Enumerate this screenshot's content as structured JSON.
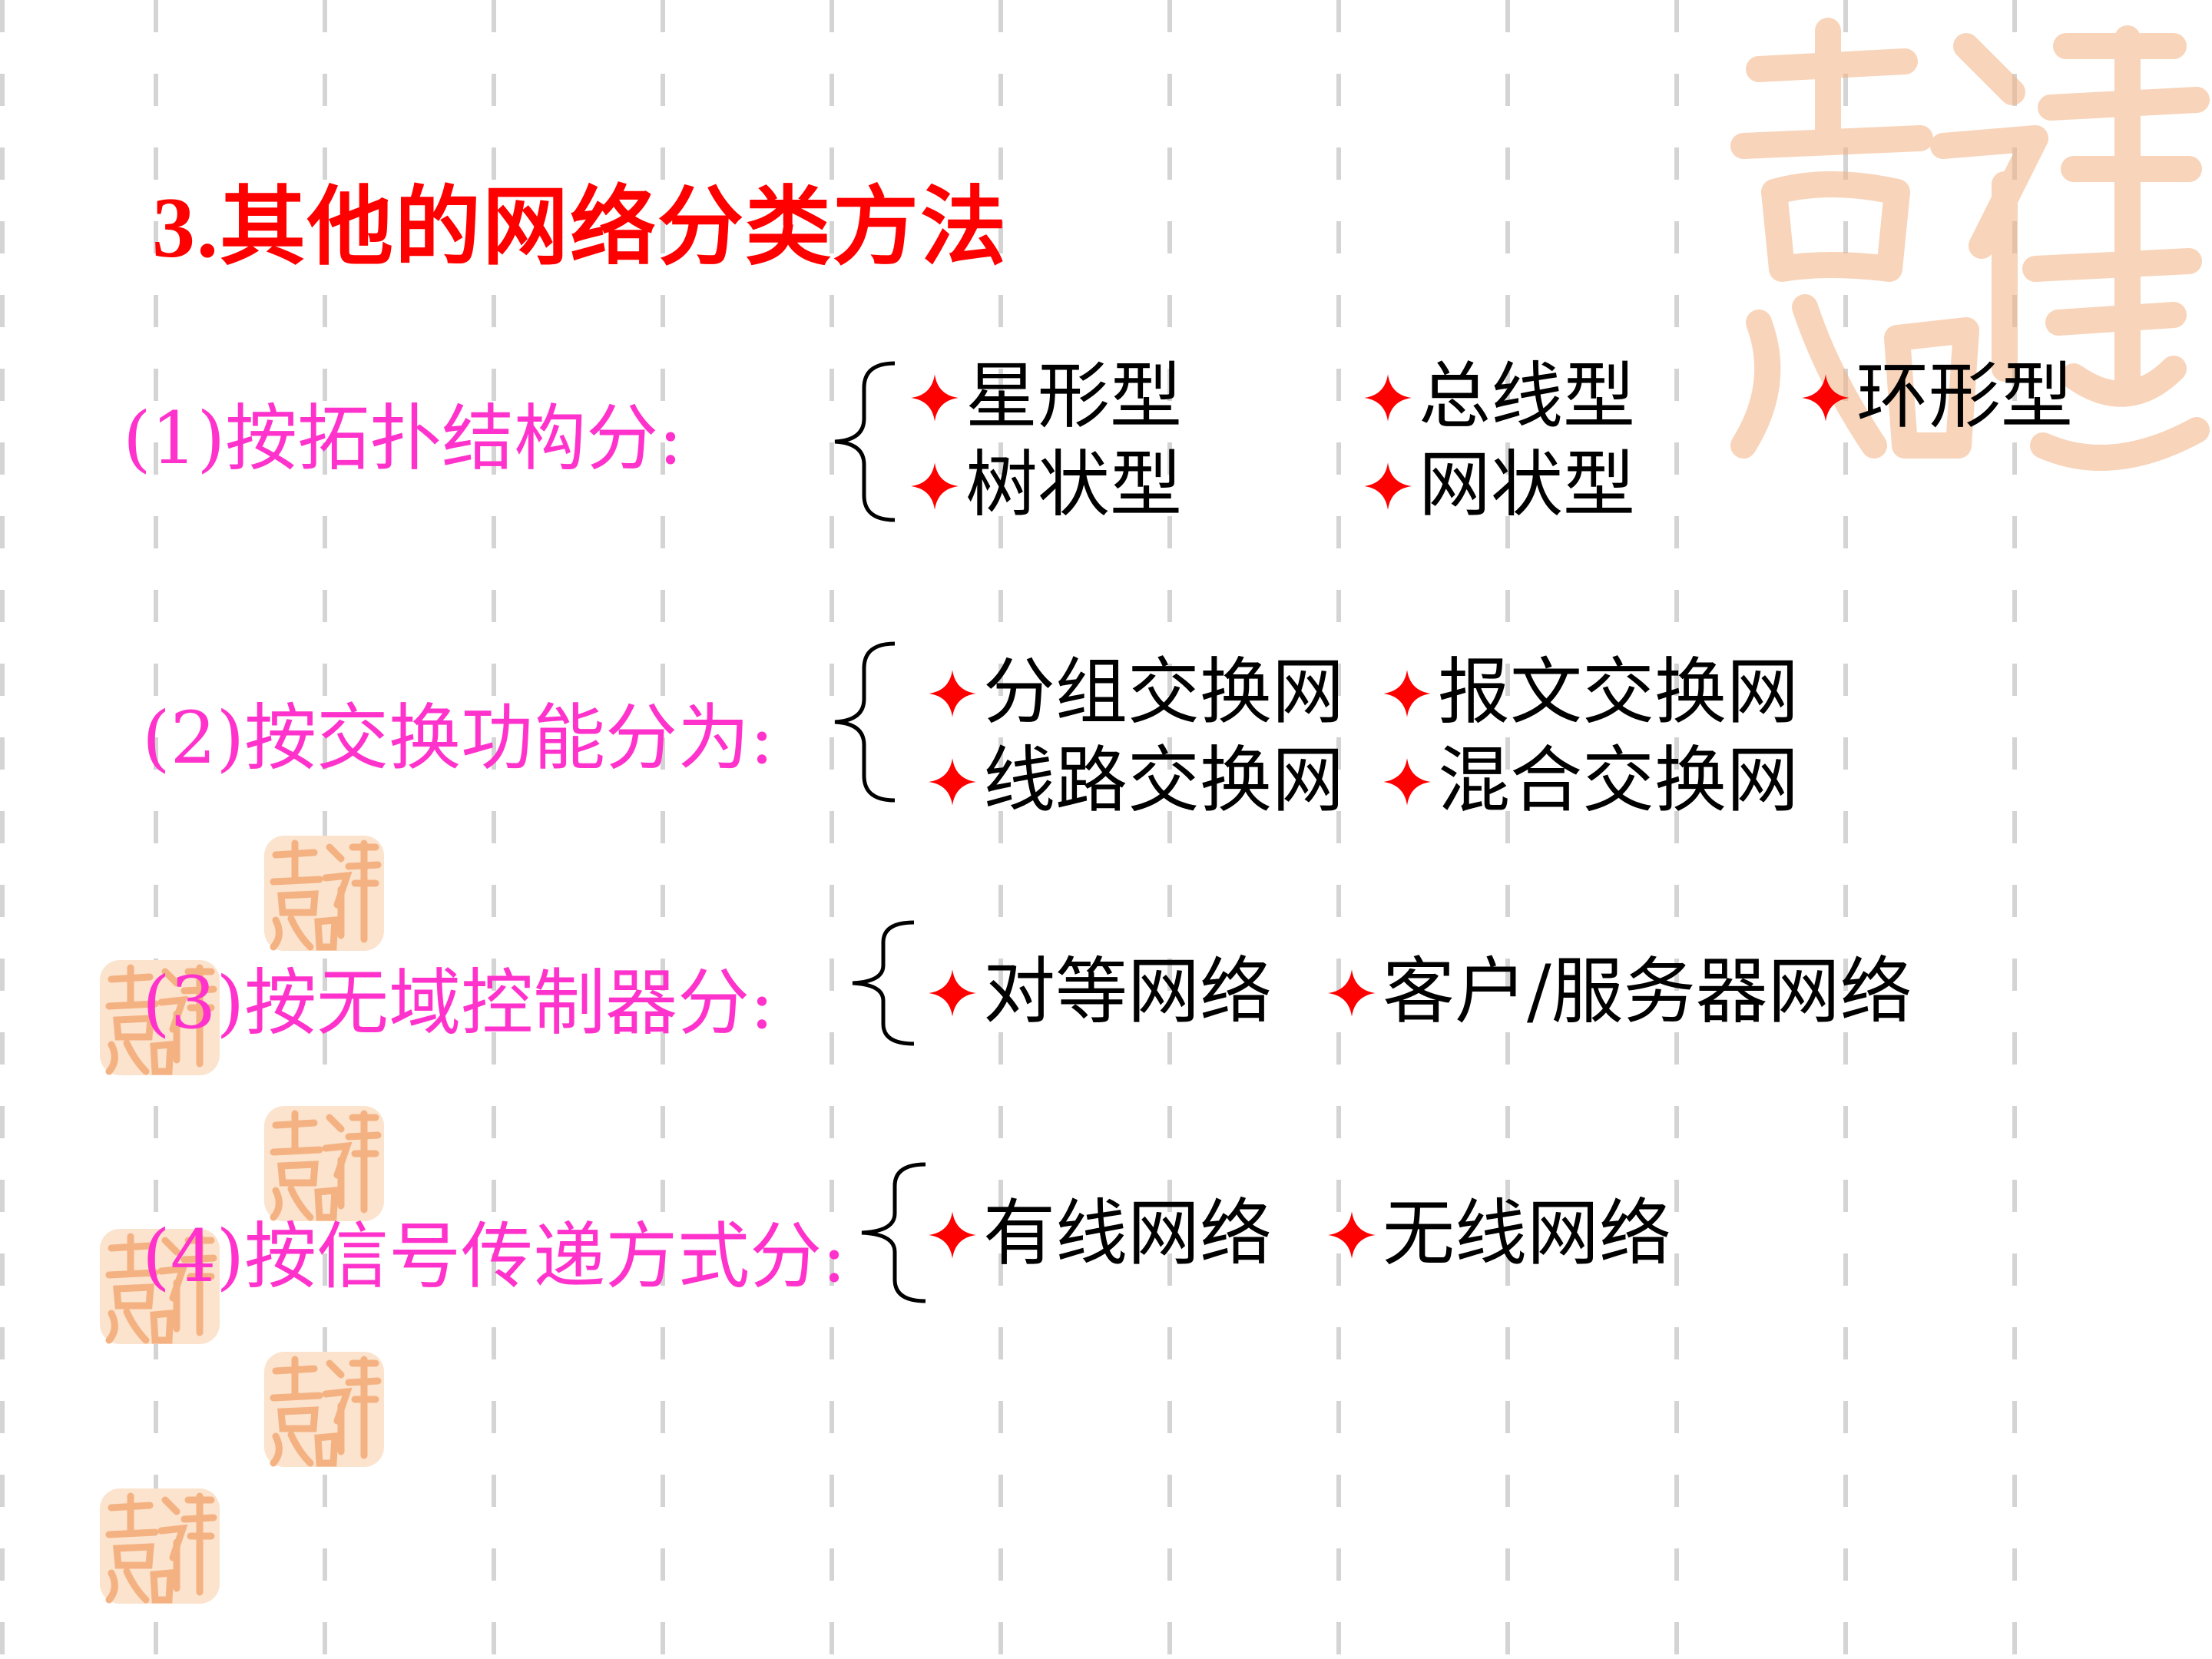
{
  "title": "3.其他的网络分类方法",
  "seal_text": "吉祥如意",
  "icons": {
    "bullet": "red-four-point-star-icon",
    "decoration": "seal-stamp-icon"
  },
  "colors": {
    "title": "#ff0000",
    "label": "#ff33cc",
    "item": "#000000",
    "bullet": "#ff0000",
    "seal": "#f4b283"
  },
  "sections": [
    {
      "label": "(1)按拓扑结构分:",
      "items": [
        "星形型",
        "总线型",
        "环形型",
        "树状型",
        "网状型"
      ]
    },
    {
      "label": "(2)按交换功能分为:",
      "items": [
        "分组交换网",
        "报文交换网",
        "线路交换网",
        "混合交换网"
      ]
    },
    {
      "label": "(3)按无域控制器分:",
      "items": [
        "对等网络",
        "客户/服务器网络"
      ]
    },
    {
      "label": "(4)按信号传递方式分:",
      "items": [
        "有线网络",
        "无线网络"
      ]
    }
  ]
}
